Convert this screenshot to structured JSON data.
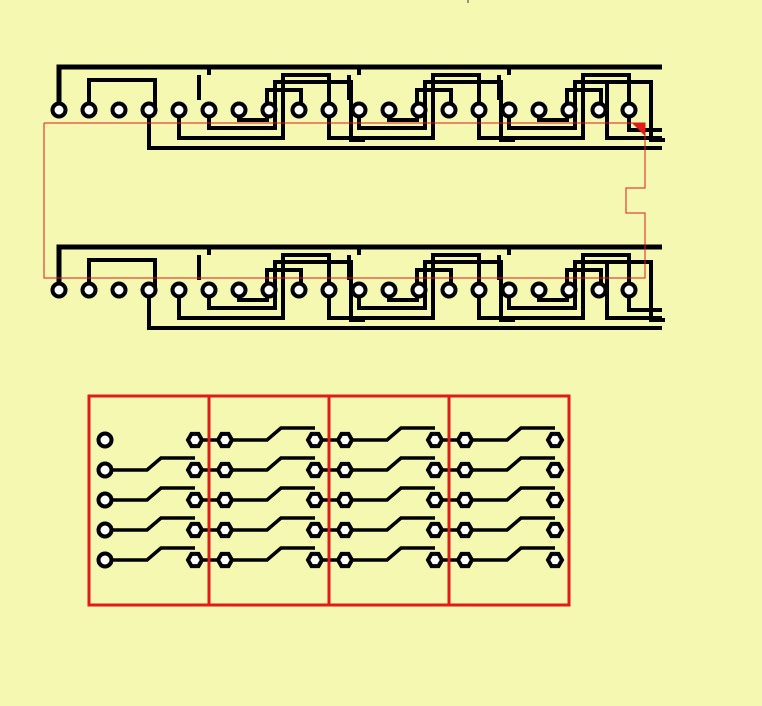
{
  "board": {
    "background_color": "#F5F8B0",
    "trace_color": "#000000",
    "outline_color": "#E31A1A",
    "pad_fill_color": "#FFFFFF"
  },
  "chip": {
    "pins_per_row": 20,
    "rows": [
      "top",
      "bottom"
    ]
  },
  "connector_grid": {
    "modules": 4,
    "pin_rows": 5,
    "pad_columns": 2
  },
  "icons": {
    "pad": "round-pad-icon",
    "square_pad": "square-pad-icon",
    "hex_pad": "hex-pad-icon",
    "pin1_marker": "triangle-marker-icon"
  }
}
